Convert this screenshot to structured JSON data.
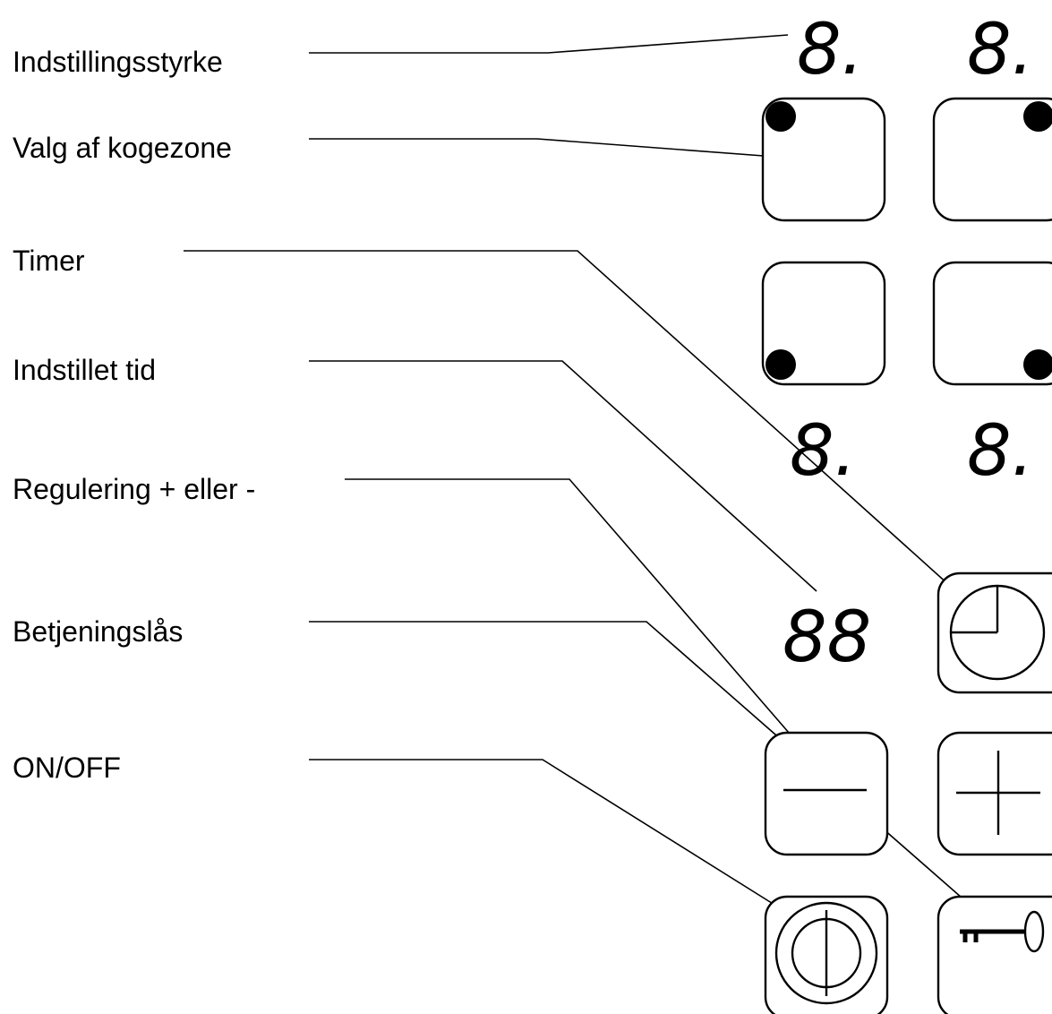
{
  "labels": {
    "power_level": "Indstillingsstyrke",
    "zone_select": "Valg af kogezone",
    "timer": "Timer",
    "set_time": "Indstillet tid",
    "adjust": "Regulering + eller -",
    "lock": "Betjeningslås",
    "on_off": "ON/OFF"
  },
  "displays": {
    "zone_top_left": "8.",
    "zone_top_right": "8.",
    "zone_bottom_left": "8.",
    "zone_bottom_right": "8.",
    "timer": "88"
  },
  "icons": {
    "zone_keys": "dot-indicator-icon",
    "timer_key": "clock-icon",
    "minus_key": "minus-icon",
    "plus_key": "plus-icon",
    "power_key": "power-icon",
    "lock_key": "key-icon"
  },
  "colors": {
    "ink": "#000000",
    "background": "#ffffff"
  }
}
